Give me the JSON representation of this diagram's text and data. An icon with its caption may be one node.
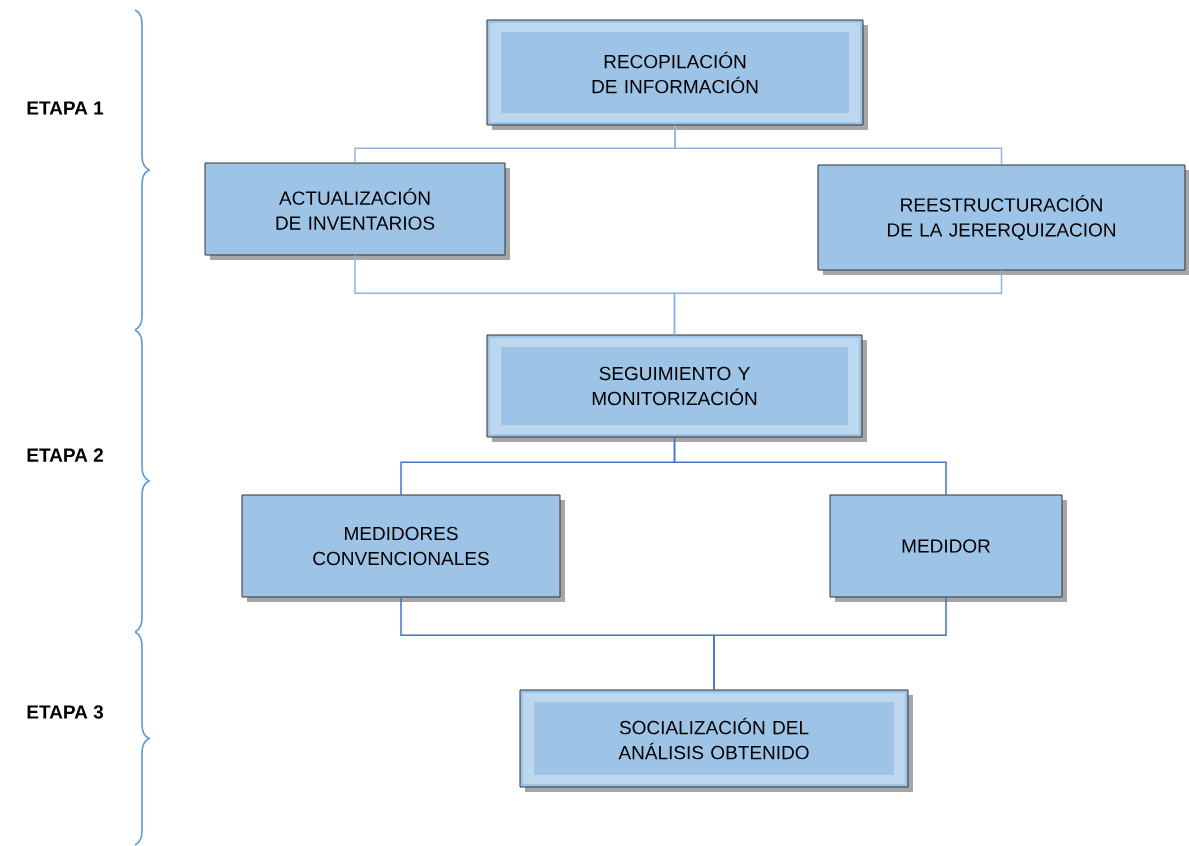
{
  "diagram": {
    "nodes": [
      {
        "text": [
          "RECOPILACIÓN DE INFORMACIÓN"
        ]
      },
      {
        "text": [
          "ACTUALIZACIÓN DE INVENTARIOS"
        ]
      },
      {
        "text": [
          "REESTRUCTURACIÓN DE LA JERERQUIZACION"
        ]
      },
      {
        "text": [
          "SEGUIMIENTO Y MONITORIZACIÓN"
        ]
      },
      {
        "text": [
          "MEDIDORES CONVENCIONALES"
        ]
      },
      {
        "text": [
          "MEDIDOR"
        ]
      },
      {
        "text": [
          "SOCIALIZACIÓN DEL ANÁLISIS OBTENIDO"
        ]
      }
    ],
    "edges": [
      {
        "from": 0,
        "to": 1,
        "arrow": "none"
      },
      {
        "from": 0,
        "to": 2,
        "arrow": "none"
      },
      {
        "from": 1,
        "to": 3,
        "arrow": "none"
      },
      {
        "from": 2,
        "to": 3,
        "arrow": "none"
      },
      {
        "from": 3,
        "to": 4,
        "arrow": "none",
        "color": "#4472c4"
      },
      {
        "from": 3,
        "to": 5,
        "arrow": "none",
        "color": "#4472c4"
      },
      {
        "from": 4,
        "to": 6,
        "arrow": "none",
        "color": "#4472c4"
      },
      {
        "from": 5,
        "to": 6,
        "arrow": "none",
        "color": "#4472c4"
      }
    ],
    "labels": [
      "ETAPA 1",
      "ETAPA 2",
      "ETAPA 3"
    ]
  }
}
